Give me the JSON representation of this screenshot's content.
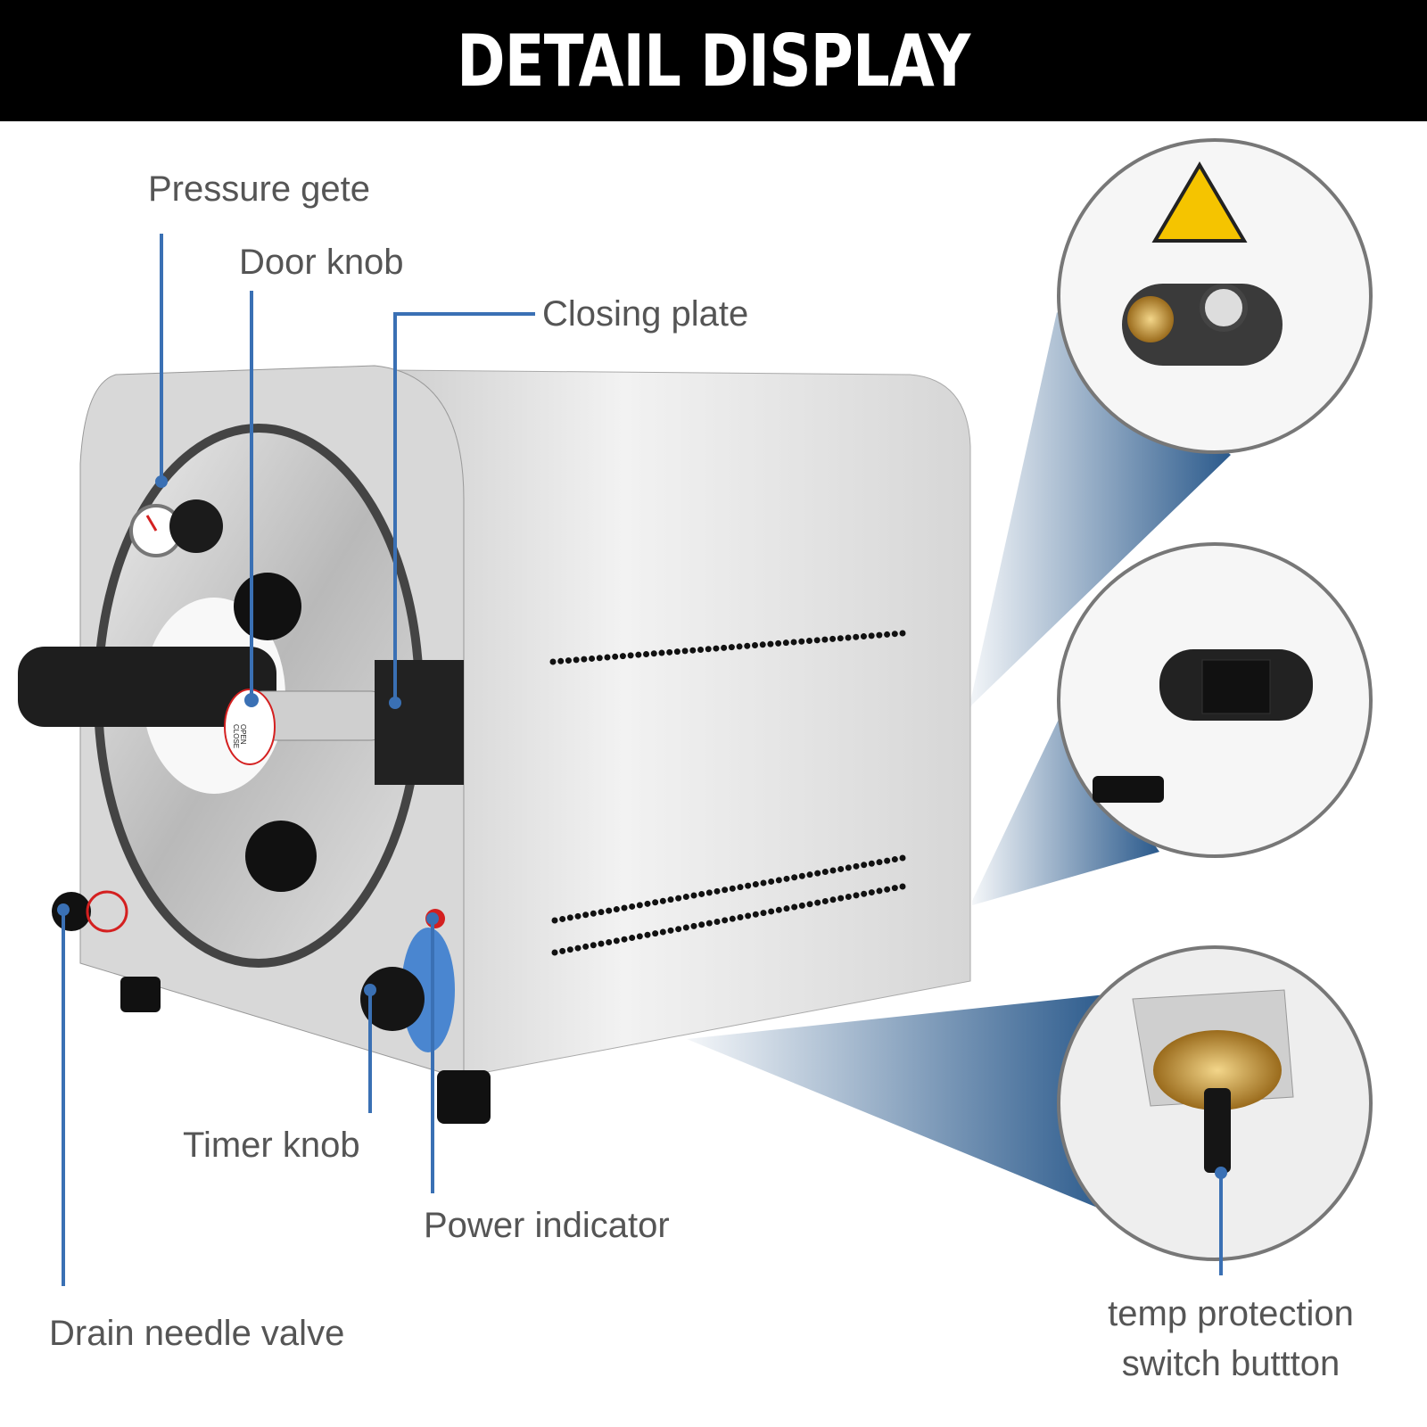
{
  "header": {
    "title": "DETAIL DISPLAY"
  },
  "labels": {
    "pressure_gauge": "Pressure gete",
    "door_knob": "Door knob",
    "closing_plate": "Closing plate",
    "timer_knob": "Timer knob",
    "power_indicator": "Power indicator",
    "drain_valve": "Drain needle valve",
    "temp_switch_line1": "temp protection",
    "temp_switch_line2": "switch buttton"
  },
  "knob_text": {
    "open": "OPEN",
    "close": "CLOSE"
  },
  "colors": {
    "callout": "#3a70b4",
    "banner": "#000000",
    "label": "#555555",
    "indicator": "#d42020",
    "timer_ring": "#4a86d0"
  }
}
